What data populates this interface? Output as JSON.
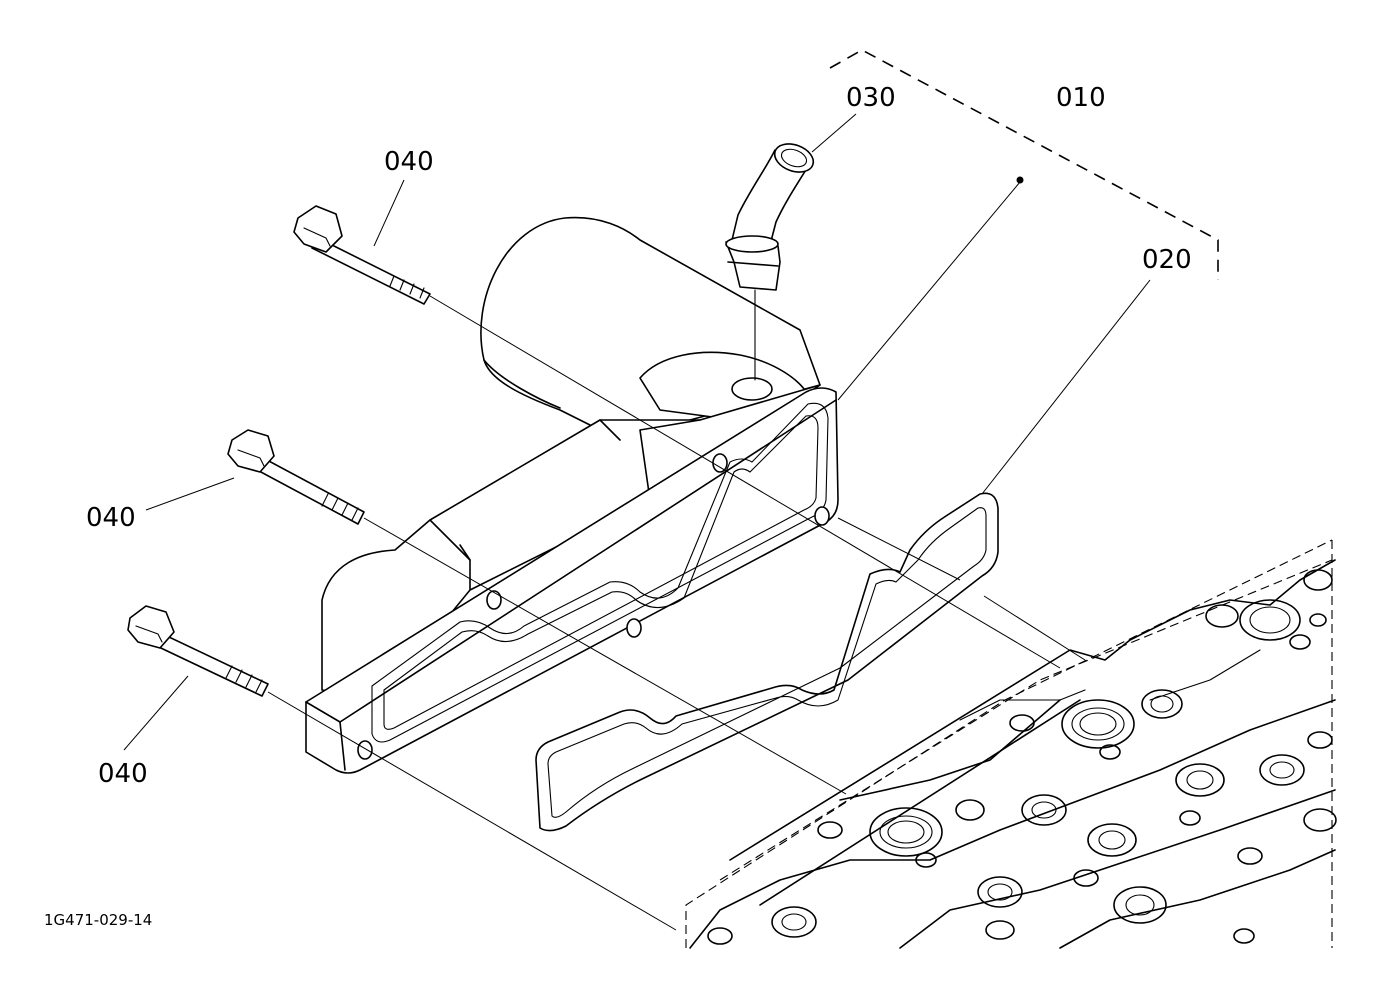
{
  "labels": {
    "kit_010": "010",
    "gasket_020": "020",
    "pipe_030": "030",
    "bolt_040_top": "040",
    "bolt_040_middle": "040",
    "bolt_040_bottom": "040"
  },
  "reference_code": "1G471-029-14"
}
